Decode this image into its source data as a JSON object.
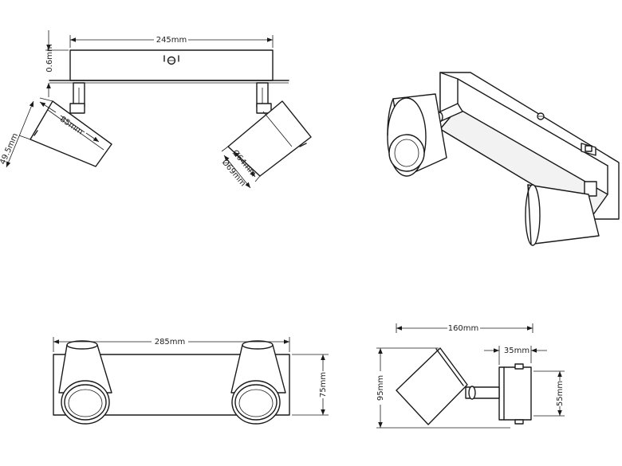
{
  "views": {
    "top": {
      "width": "245mm",
      "plate_thickness": "0.6mm",
      "head_length": "85mm",
      "head_height": "49.5mm",
      "inner_diameter": "Ø64mm",
      "outer_diameter": "Ø69mm"
    },
    "front": {
      "length": "285mm",
      "height": "75mm"
    },
    "side": {
      "depth": "160mm",
      "base_depth": "35mm",
      "height": "95mm",
      "base_height": "55mm"
    }
  }
}
